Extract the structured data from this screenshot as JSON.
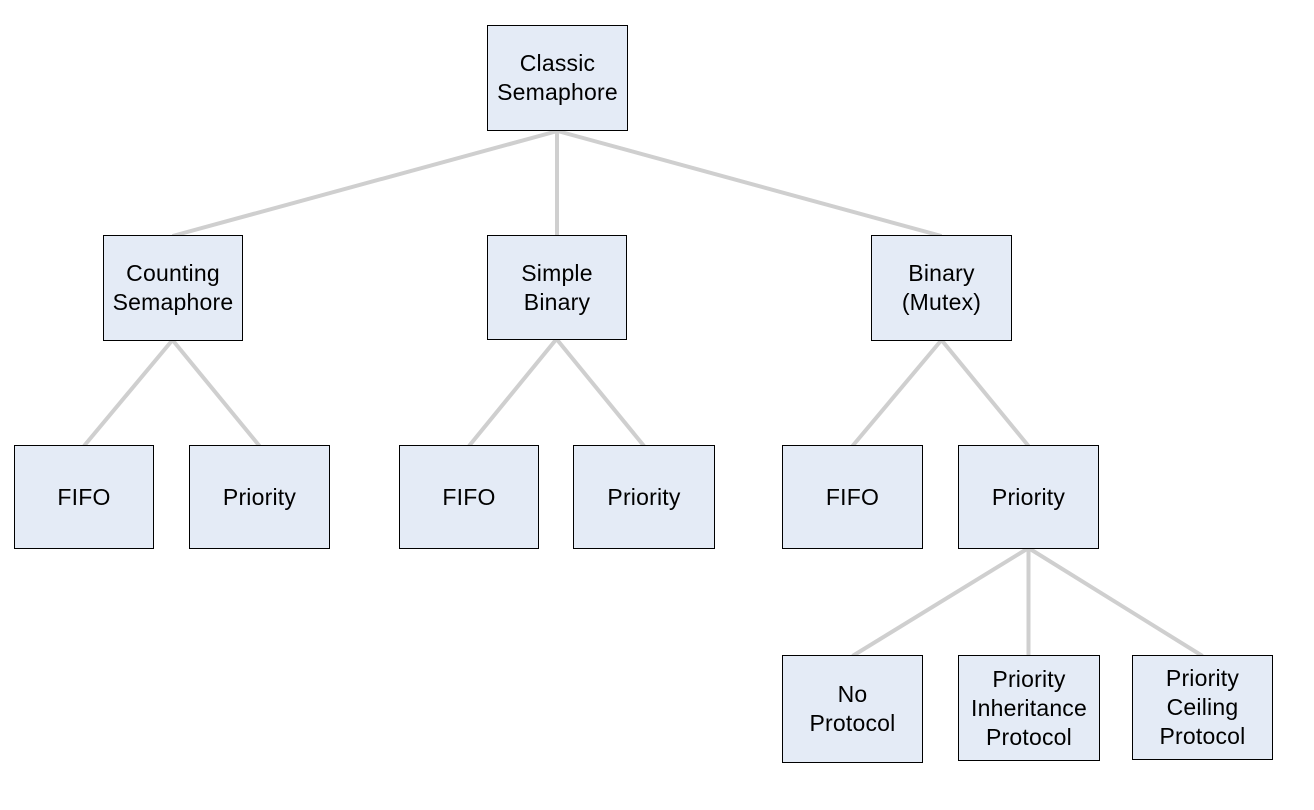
{
  "diagram": {
    "type": "tree",
    "nodes": {
      "classic_semaphore": {
        "label": "Classic\nSemaphore"
      },
      "counting_semaphore": {
        "label": "Counting\nSemaphore"
      },
      "simple_binary": {
        "label": "Simple\nBinary"
      },
      "binary_mutex": {
        "label": "Binary\n(Mutex)"
      },
      "counting_fifo": {
        "label": "FIFO"
      },
      "counting_priority": {
        "label": "Priority"
      },
      "simple_fifo": {
        "label": "FIFO"
      },
      "simple_priority": {
        "label": "Priority"
      },
      "binary_fifo": {
        "label": "FIFO"
      },
      "binary_priority": {
        "label": "Priority"
      },
      "no_protocol": {
        "label": "No\nProtocol"
      },
      "priority_inheritance": {
        "label": "Priority\nInheritance\nProtocol"
      },
      "priority_ceiling": {
        "label": "Priority\nCeiling\nProtocol"
      }
    },
    "edges": [
      [
        "classic_semaphore",
        "counting_semaphore"
      ],
      [
        "classic_semaphore",
        "simple_binary"
      ],
      [
        "classic_semaphore",
        "binary_mutex"
      ],
      [
        "counting_semaphore",
        "counting_fifo"
      ],
      [
        "counting_semaphore",
        "counting_priority"
      ],
      [
        "simple_binary",
        "simple_fifo"
      ],
      [
        "simple_binary",
        "simple_priority"
      ],
      [
        "binary_mutex",
        "binary_fifo"
      ],
      [
        "binary_mutex",
        "binary_priority"
      ],
      [
        "binary_priority",
        "no_protocol"
      ],
      [
        "binary_priority",
        "priority_inheritance"
      ],
      [
        "binary_priority",
        "priority_ceiling"
      ]
    ],
    "colors": {
      "node_fill": "#e4ebf6",
      "node_border": "#000000",
      "connector": "#cfcfcf",
      "text": "#000000",
      "background": "#ffffff"
    }
  }
}
